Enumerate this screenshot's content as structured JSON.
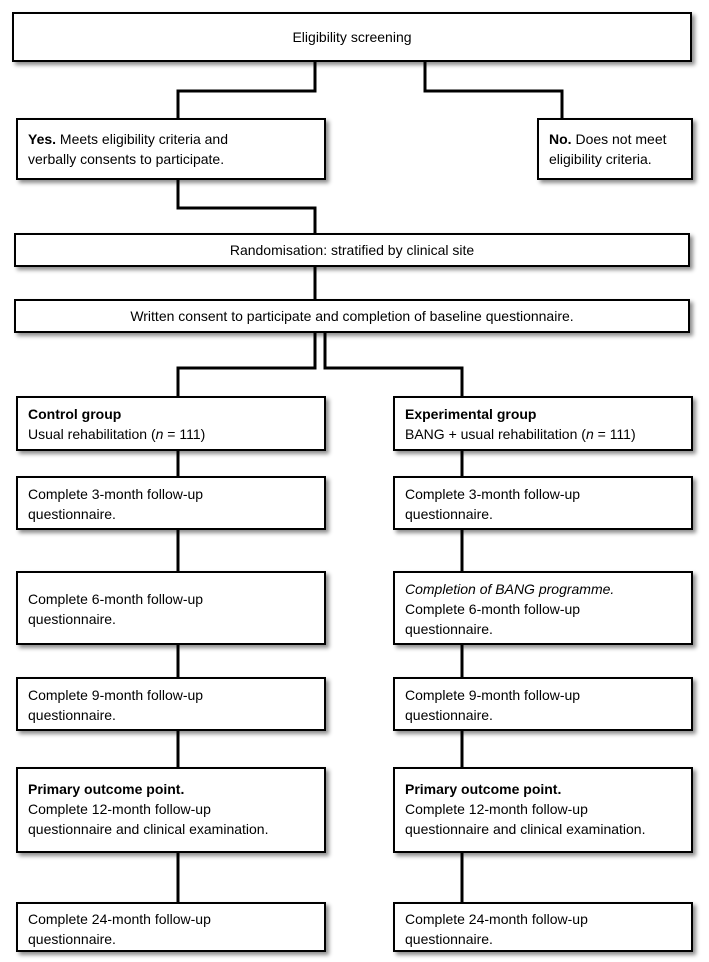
{
  "screening": {
    "label": "Eligibility screening"
  },
  "yes": {
    "bold": "Yes.",
    "line1": " Meets eligibility criteria and",
    "line2": "verbally consents to participate."
  },
  "no": {
    "bold": "No.",
    "line1": " Does not meet",
    "line2": "eligibility criteria."
  },
  "randomisation": {
    "label": "Randomisation: stratified by clinical site"
  },
  "consent": {
    "label": "Written consent to participate and completion of baseline questionnaire."
  },
  "control": {
    "title": "Control group",
    "subtitle_pre": "Usual rehabilitation (",
    "n_label": "n",
    "subtitle_post": " = 111)",
    "m3": [
      "Complete 3-month follow-up",
      "questionnaire."
    ],
    "m6": [
      "Complete 6-month follow-up",
      "questionnaire."
    ],
    "m9": [
      "Complete 9-month follow-up",
      "questionnaire."
    ],
    "m12_title": "Primary outcome point.",
    "m12": [
      "Complete 12-month follow-up",
      "questionnaire and clinical examination."
    ],
    "m24": [
      "Complete 24-month follow-up",
      "questionnaire."
    ]
  },
  "experimental": {
    "title": "Experimental group",
    "subtitle_pre": "BANG + usual rehabilitation (",
    "n_label": "n",
    "subtitle_post": " = 111)",
    "m3": [
      "Complete 3-month follow-up",
      "questionnaire."
    ],
    "m6_note": "Completion of BANG programme.",
    "m6": [
      "Complete 6-month follow-up",
      "questionnaire."
    ],
    "m9": [
      "Complete 9-month follow-up",
      "questionnaire."
    ],
    "m12_title": "Primary outcome point.",
    "m12": [
      "Complete 12-month follow-up",
      "questionnaire and clinical examination."
    ],
    "m24": [
      "Complete 24-month follow-up",
      "questionnaire."
    ]
  }
}
